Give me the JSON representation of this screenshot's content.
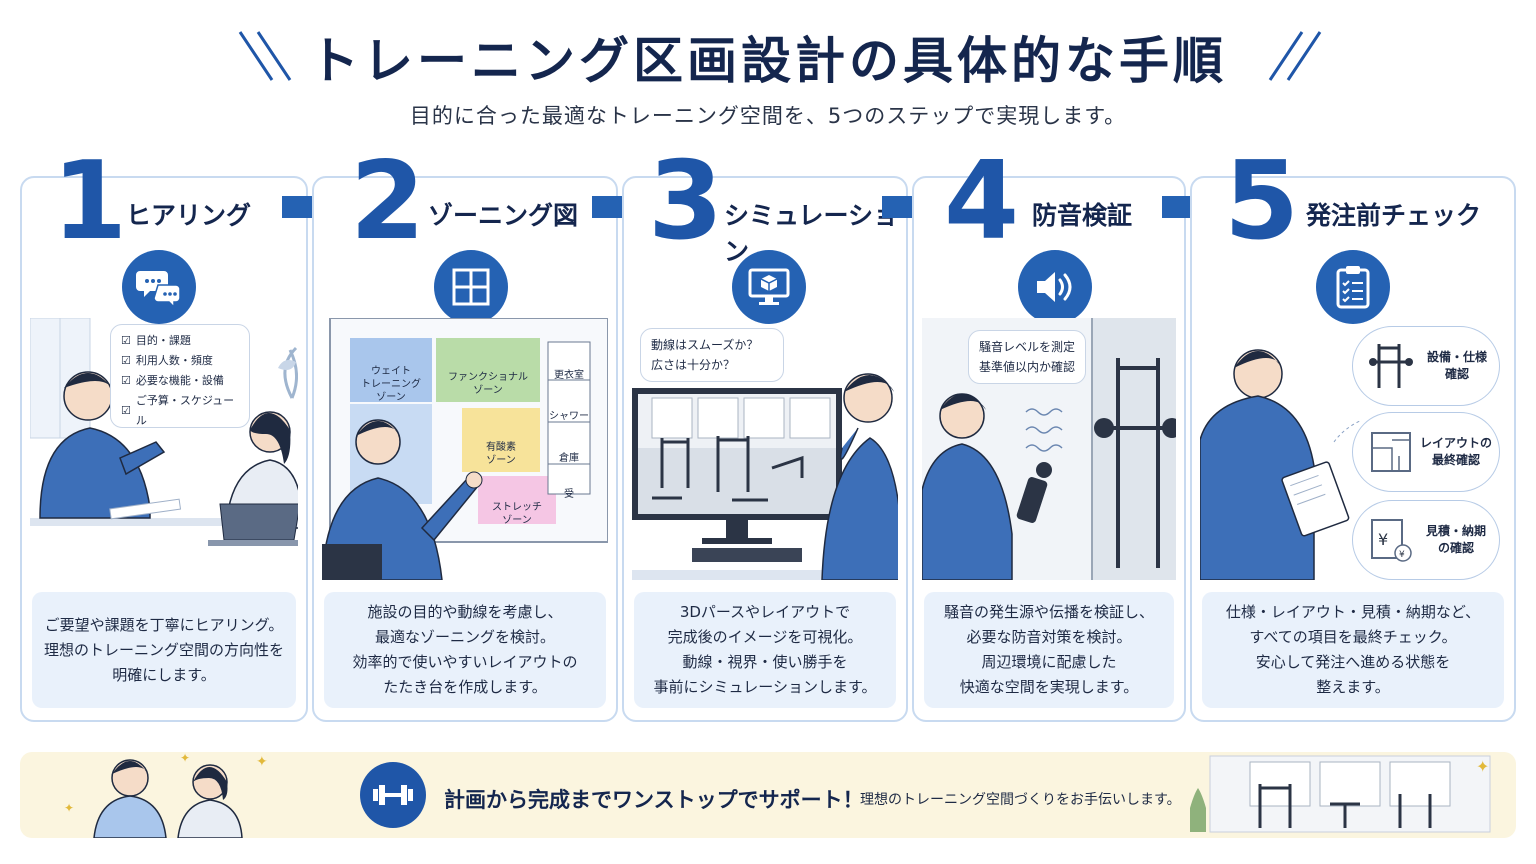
{
  "title": "トレーニング区画設計の具体的な手順",
  "subtitle": "目的に合った最適なトレーニング空間を、5つのステップで実現します。",
  "steps": [
    {
      "number": "1",
      "title": "ヒアリング",
      "icon": "chat-bubbles-icon",
      "checklist": [
        "目的・課題",
        "利用人数・頻度",
        "必要な機能・設備",
        "ご予算・スケジュール"
      ],
      "desc": [
        "ご要望や課題を丁寧にヒアリング。",
        "理想のトレーニング空間の方向性を",
        "明確にします。"
      ]
    },
    {
      "number": "2",
      "title": "ゾーニング図",
      "icon": "grid-layout-icon",
      "zones": [
        "ウェイト\nトレーニング\nゾーン",
        "ファンクショナル\nゾーン",
        "有酸素\nゾーン",
        "ストレッチ\nゾーン",
        "更衣室",
        "シャワー",
        "倉庫",
        "受"
      ],
      "desc": [
        "施設の目的や動線を考慮し、",
        "最適なゾーニングを検討。",
        "効率的で使いやすいレイアウトの",
        "たたき台を作成します。"
      ]
    },
    {
      "number": "3",
      "title": "シミュレーション",
      "icon": "monitor-cube-icon",
      "bubble": [
        "動線はスムーズか？",
        "広さは十分か？"
      ],
      "desc": [
        "3Dパースやレイアウトで",
        "完成後のイメージを可視化。",
        "動線・視界・使い勝手を",
        "事前にシミュレーションします。"
      ]
    },
    {
      "number": "4",
      "title": "防音検証",
      "icon": "speaker-icon",
      "bubble": [
        "騒音レベルを測定",
        "基準値以内か確認"
      ],
      "desc": [
        "騒音の発生源や伝播を検証し、",
        "必要な防音対策を検討。",
        "周辺環境に配慮した",
        "快適な空間を実現します。"
      ]
    },
    {
      "number": "5",
      "title": "発注前チェック",
      "icon": "clipboard-checklist-icon",
      "checks": [
        "設備・仕様\n確認",
        "レイアウトの\n最終確認",
        "見積・納期\nの確認"
      ],
      "desc": [
        "仕様・レイアウト・見積・納期など、",
        "すべての項目を最終チェック。",
        "安心して発注へ進める状態を",
        "整えます。"
      ]
    }
  ],
  "footer": {
    "main": "計画から完成までワンストップでサポート！",
    "sub": "理想のトレーニング空間づくりをお手伝いします。"
  },
  "colors": {
    "primary": "#1f56a8",
    "navy": "#14264e",
    "light_blue": "#e9f1fb",
    "border": "#c8daf0",
    "footer_bg": "#fbf5df"
  }
}
